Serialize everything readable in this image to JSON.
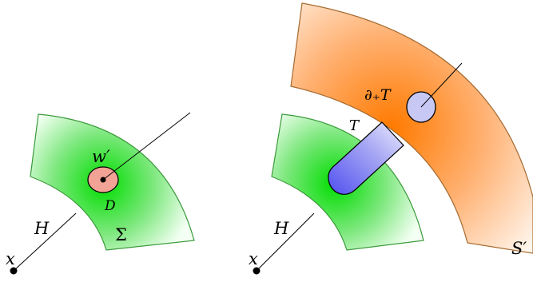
{
  "left_panel": {
    "point_label": "x",
    "ray_label": "H",
    "region_label": "Σ",
    "disk_label": "D",
    "point_on_disk_label": "w′"
  },
  "right_panel": {
    "point_label": "x",
    "ray_label": "H",
    "tube_label": "T",
    "boundary_label": "∂₊T",
    "outer_region_label": "S′"
  },
  "colors": {
    "green_band": "#16d516",
    "orange_band": "#ff8a1a",
    "red_disk": "#f0a090",
    "blue_tube": "#7b7bf0",
    "outline": "#000000"
  }
}
